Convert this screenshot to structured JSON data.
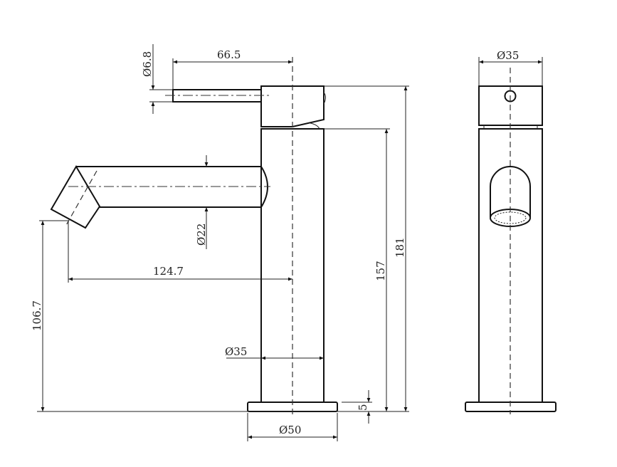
{
  "diagram": {
    "title": "Basin mixer tap dimension drawing",
    "side_view": {
      "handle_length": "66.5",
      "lever_diameter": "Ø6.8",
      "spout_diameter": "Ø22",
      "spout_reach": "124.7",
      "spout_height": "106.7",
      "body_height": "157",
      "total_height": "181",
      "body_diameter": "Ø35",
      "base_diameter": "Ø50",
      "base_thickness": "5"
    },
    "front_view": {
      "body_diameter": "Ø35"
    },
    "colors": {
      "line": "#111111",
      "background": "#ffffff"
    }
  }
}
